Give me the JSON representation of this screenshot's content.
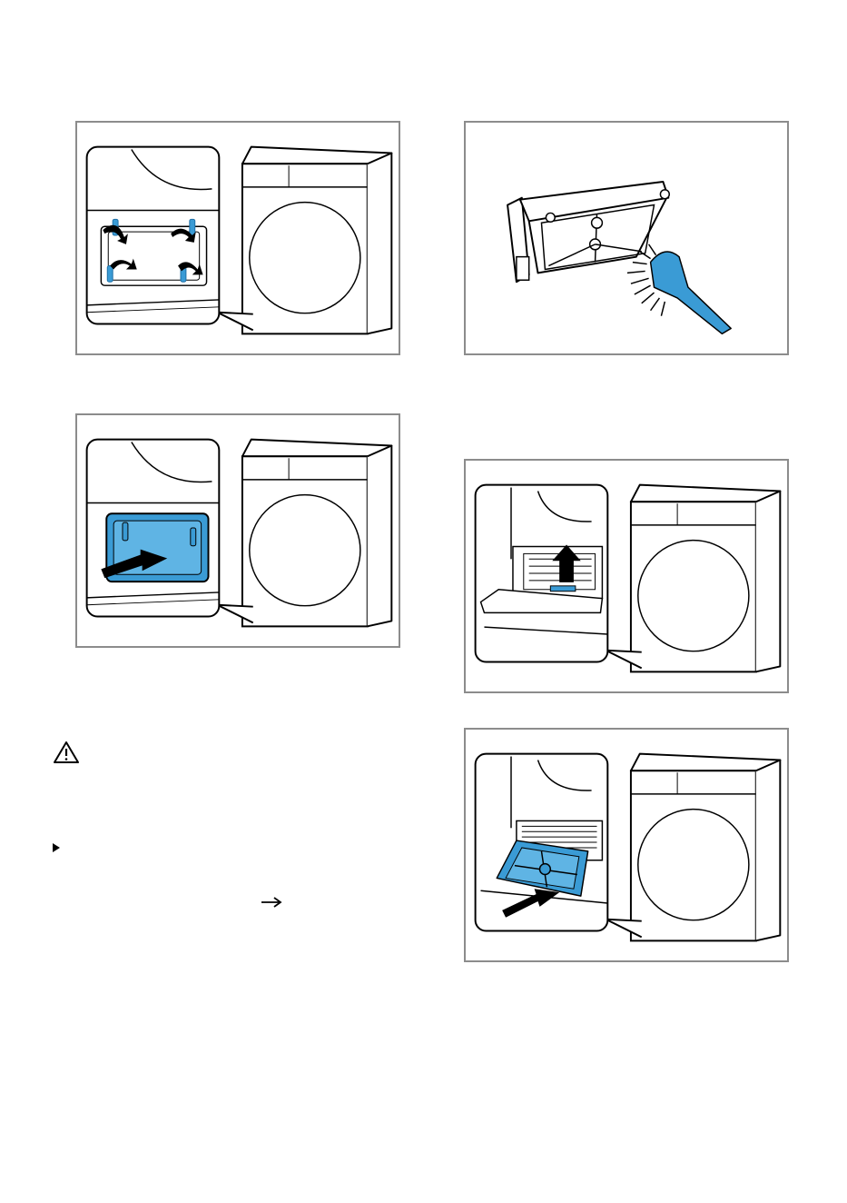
{
  "figures": [
    {
      "id": "panel-1",
      "shows": "remove-cover-screws",
      "icon": "rotate-arrows-icon"
    },
    {
      "id": "panel-2",
      "shows": "clean-filter-brush",
      "icon": "brush-icon"
    },
    {
      "id": "panel-3",
      "shows": "pull-out-cover",
      "icon": "pull-arrow-icon"
    },
    {
      "id": "panel-4",
      "shows": "lift-filter",
      "icon": "up-arrow-icon"
    },
    {
      "id": "panel-5",
      "shows": "pull-out-filter",
      "icon": "pull-arrow-icon"
    }
  ],
  "colors": {
    "accent_blue": "#3a9bd5",
    "accent_blue_dark": "#1e6fa6",
    "frame_grey": "#8c8c8c",
    "line": "#000000"
  },
  "symbols": {
    "warning": "warning-triangle-icon",
    "step_bullet": "triangle-bullet-icon",
    "reference_arrow": "right-arrow-icon"
  }
}
